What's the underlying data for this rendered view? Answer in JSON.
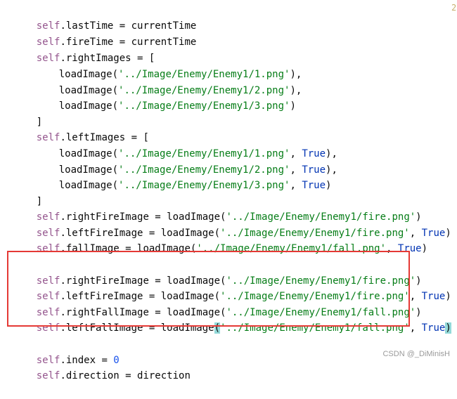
{
  "editor": {
    "gutter_marker": "2",
    "lines": [
      {
        "self": "self",
        "rest": ".lastTime = currentTime"
      },
      {
        "self": "self",
        "rest": ".fireTime = currentTime"
      },
      {
        "self": "self",
        "rest": ".rightImages = ["
      },
      {
        "indent": true,
        "call": "loadImage(",
        "str": "'../Image/Enemy/Enemy1/1.png'",
        "tail": "),"
      },
      {
        "indent": true,
        "call": "loadImage(",
        "str": "'../Image/Enemy/Enemy1/2.png'",
        "tail": "),"
      },
      {
        "indent": true,
        "call": "loadImage(",
        "str": "'../Image/Enemy/Enemy1/3.png'",
        "tail": ")"
      },
      {
        "plain": "]"
      },
      {
        "self": "self",
        "rest": ".leftImages = ["
      },
      {
        "indent": true,
        "call": "loadImage(",
        "str": "'../Image/Enemy/Enemy1/1.png'",
        "sep": ", ",
        "true": "True",
        "tail": "),"
      },
      {
        "indent": true,
        "call": "loadImage(",
        "str": "'../Image/Enemy/Enemy1/2.png'",
        "sep": ", ",
        "true": "True",
        "tail": "),"
      },
      {
        "indent": true,
        "call": "loadImage(",
        "str": "'../Image/Enemy/Enemy1/3.png'",
        "sep": ", ",
        "true": "True",
        "tail": ")"
      },
      {
        "plain": "]"
      },
      {
        "self": "self",
        "rest": ".rightFireImage = loadImage(",
        "str": "'../Image/Enemy/Enemy1/fire.png'",
        "tail": ")"
      },
      {
        "self": "self",
        "rest": ".leftFireImage = loadImage(",
        "str": "'../Image/Enemy/Enemy1/fire.png'",
        "sep": ", ",
        "true": "True",
        "tail": ")"
      },
      {
        "self": "self",
        "rest": ".fallImage = loadImage(",
        "str": "'../Image/Enemy/Enemy1/fall.png'",
        "sep": ", ",
        "true": "True",
        "tail": ")"
      },
      {
        "self": "self",
        "rest": ".rightFireImage = loadImage(",
        "str": "'../Image/Enemy/Enemy1/fire.png'",
        "tail": ")"
      },
      {
        "self": "self",
        "rest": ".leftFireImage = loadImage(",
        "str": "'../Image/Enemy/Enemy1/fire.png'",
        "sep": ", ",
        "true": "True",
        "tail": ")"
      },
      {
        "self": "self",
        "rest": ".rightFallImage = loadImage(",
        "str": "'../Image/Enemy/Enemy1/fall.png'",
        "tail": ")"
      },
      {
        "self": "self",
        "rest": ".leftFallImage = loadImage",
        "paren_open": "(",
        "str": "'../Image/Enemy/Enemy1/fall.png'",
        "sep": ", ",
        "true": "True",
        "paren_close": ")"
      },
      {
        "self": "self",
        "rest": ".index = ",
        "num": "0"
      },
      {
        "self": "self",
        "rest": ".direction = direction"
      }
    ]
  },
  "watermark": "CSDN @_DiMinisH"
}
